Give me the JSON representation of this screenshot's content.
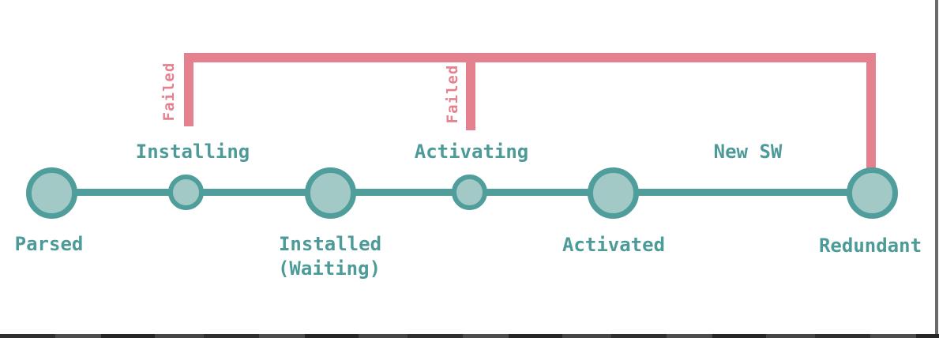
{
  "diagram": {
    "nodes": [
      {
        "id": "parsed",
        "label": "Parsed",
        "size": "large",
        "label_position": "below"
      },
      {
        "id": "installing",
        "label": "Installing",
        "size": "small",
        "label_position": "above"
      },
      {
        "id": "installed",
        "label": "Installed",
        "sublabel": "(Waiting)",
        "size": "large",
        "label_position": "below"
      },
      {
        "id": "activating",
        "label": "Activating",
        "size": "small",
        "label_position": "above"
      },
      {
        "id": "activated",
        "label": "Activated",
        "size": "large",
        "label_position": "below"
      },
      {
        "id": "redundant",
        "label": "Redundant",
        "size": "large",
        "label_position": "below"
      }
    ],
    "annotations": {
      "new_sw": "New SW",
      "failed_from_installing": "Failed",
      "failed_from_activating": "Failed"
    },
    "colors": {
      "teal_stroke": "#4F9E9B",
      "teal_fill": "#A3C9C6",
      "teal_text": "#4D9B98",
      "pink": "#E5808E",
      "window_edge_gray": "#6A6A6A",
      "window_edge_dark": "#303030"
    }
  }
}
